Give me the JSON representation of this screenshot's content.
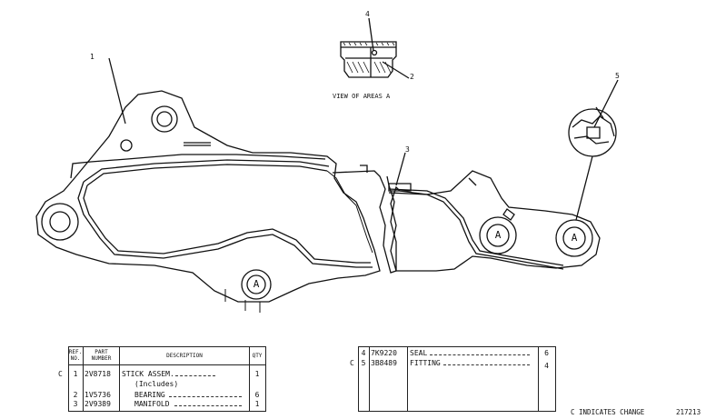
{
  "callouts": {
    "c1": "1",
    "c2": "2",
    "c3": "3",
    "c4": "4",
    "c5": "5"
  },
  "view_label": "VIEW OF AREAS A",
  "pivot_label": "A",
  "table_left": {
    "headers": {
      "ref": "REF. NO.",
      "part": "PART NUMBER",
      "desc": "DESCRIPTION",
      "qty": "QTY"
    },
    "rows": [
      {
        "mark": "C",
        "ref": "1",
        "part": "2V8718",
        "desc": "STICK ASSEM.",
        "qty": "1"
      },
      {
        "mark": "",
        "ref": "",
        "part": "",
        "desc": "(Includes)",
        "qty": ""
      },
      {
        "mark": "",
        "ref": "2",
        "part": "1V5736",
        "desc": "BEARING",
        "qty": "6"
      },
      {
        "mark": "",
        "ref": "3",
        "part": "2V9389",
        "desc": "MANIFOLD",
        "qty": "1"
      }
    ]
  },
  "table_right": {
    "rows": [
      {
        "mark": "",
        "ref": "4",
        "part": "7K9220",
        "desc": "SEAL",
        "qty": "6"
      },
      {
        "mark": "C",
        "ref": "5",
        "part": "3B8489",
        "desc": "FITTING",
        "qty": "4"
      }
    ]
  },
  "footer": {
    "change_note": "C INDICATES CHANGE",
    "drawing_number": "217213"
  }
}
